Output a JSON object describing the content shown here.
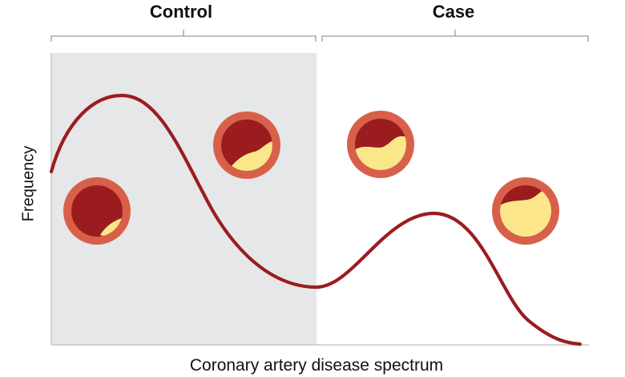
{
  "groups": {
    "control": {
      "label": "Control"
    },
    "case": {
      "label": "Case"
    }
  },
  "axes": {
    "x_label": "Coronary artery disease spectrum",
    "y_label": "Frequency"
  },
  "colors": {
    "curve": "#9b1c1f",
    "control_region": "#e6e7e8",
    "vessel_wall": "#d8604a",
    "vessel_lumen": "#9b1c1f",
    "plaque": "#fbe78a",
    "bracket": "#9a9a9a",
    "axis": "#bdbdbd"
  },
  "vessels": [
    {
      "id": "vessel-minimal-plaque",
      "plaque_level": "minimal"
    },
    {
      "id": "vessel-small-plaque",
      "plaque_level": "small"
    },
    {
      "id": "vessel-moderate-plaque",
      "plaque_level": "moderate"
    },
    {
      "id": "vessel-severe-plaque",
      "plaque_level": "severe"
    }
  ]
}
